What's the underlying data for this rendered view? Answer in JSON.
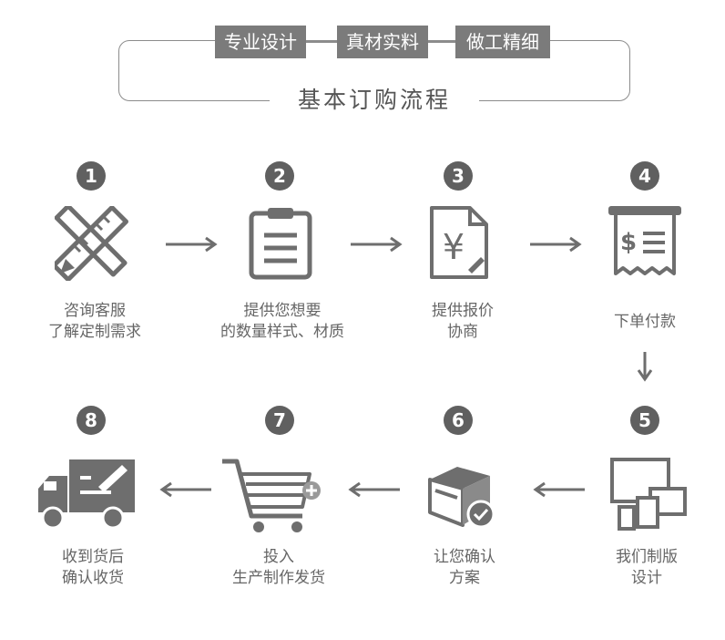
{
  "header": {
    "tags": [
      "专业设计",
      "真材实料",
      "做工精细"
    ],
    "title": "基本订购流程"
  },
  "steps": [
    {
      "number": "1",
      "icon": "ruler-pencil-icon",
      "line1": "咨询客服",
      "line2": "了解定制需求"
    },
    {
      "number": "2",
      "icon": "clipboard-icon",
      "line1": "提供您想要",
      "line2": "的数量样式、材质"
    },
    {
      "number": "3",
      "icon": "price-document-icon",
      "line1": "提供报价",
      "line2": "协商"
    },
    {
      "number": "4",
      "icon": "receipt-icon",
      "line1": "下单付款",
      "line2": ""
    },
    {
      "number": "5",
      "icon": "devices-icon",
      "line1": "我们制版",
      "line2": "设计"
    },
    {
      "number": "6",
      "icon": "package-check-icon",
      "line1": "让您确认",
      "line2": "方案"
    },
    {
      "number": "7",
      "icon": "shopping-cart-icon",
      "line1": "投入",
      "line2": "生产制作发货"
    },
    {
      "number": "8",
      "icon": "truck-icon",
      "line1": "收到货后",
      "line2": "确认收货"
    }
  ],
  "colors": {
    "icon": "#6e6e6e",
    "badge": "#606060",
    "text": "#666666"
  }
}
